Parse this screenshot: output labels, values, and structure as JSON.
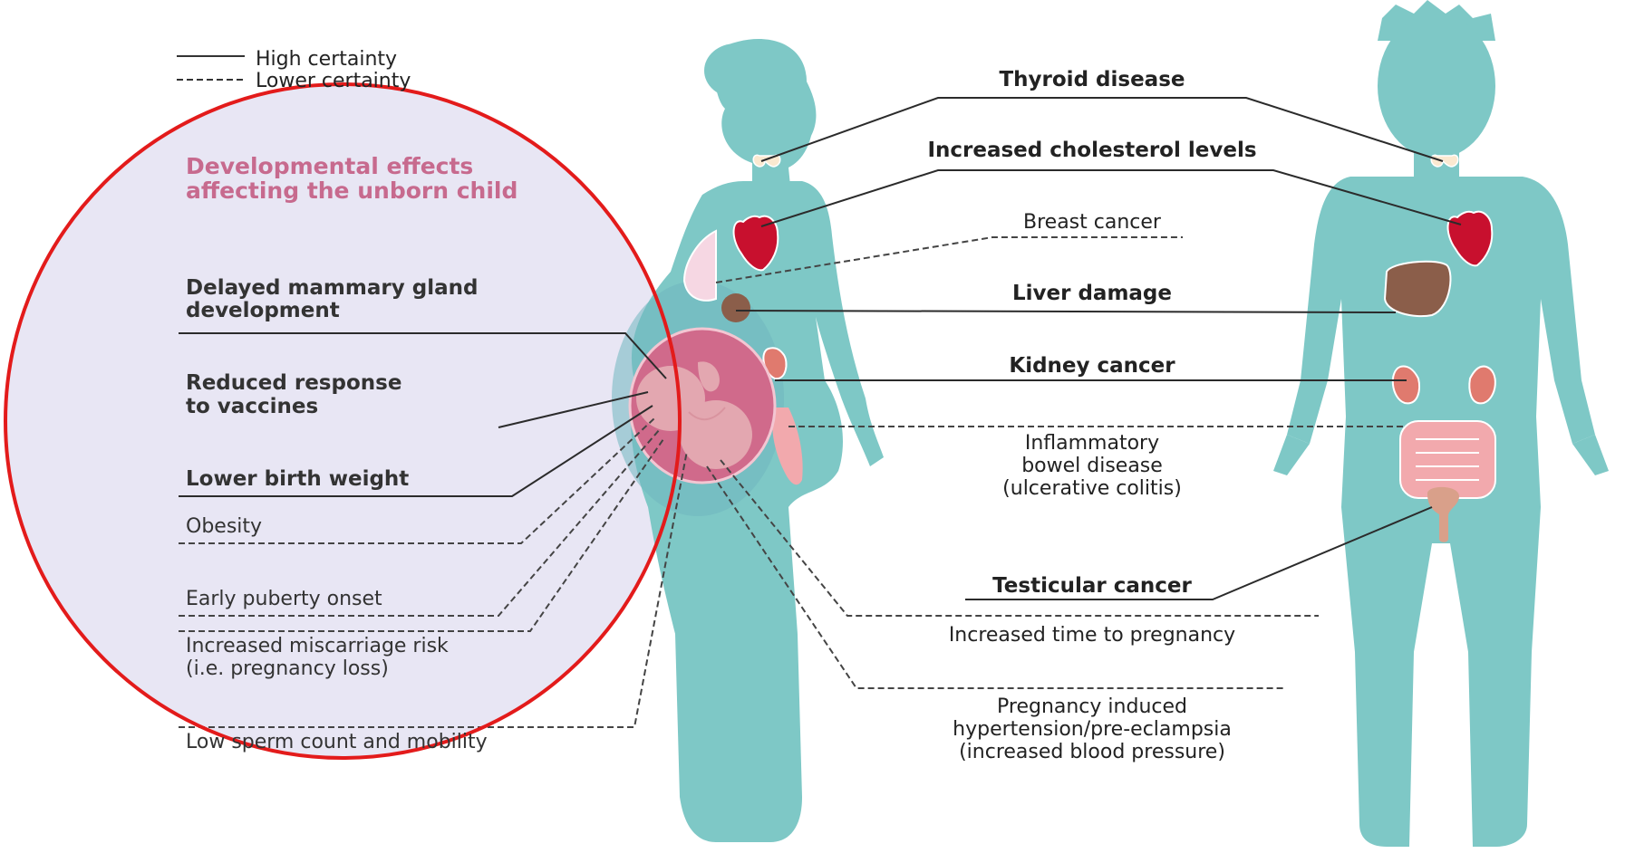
{
  "legend": {
    "high": "High certainty",
    "lower": "Lower certainty"
  },
  "colors": {
    "body": "#7ec8c6",
    "heart": "#c8102e",
    "liver": "#8b5e4a",
    "kidney": "#e07a6e",
    "intestine": "#f2a9ad",
    "highlight_circle": "#e31b1b",
    "circle_fill": "#e8e6f4",
    "developmental_title": "#c76a8e"
  },
  "developmental": {
    "title_line1": "Developmental effects",
    "title_line2": "affecting the unborn child",
    "items": {
      "mammary_1": "Delayed mammary gland",
      "mammary_2": "development",
      "vaccines_1": "Reduced response",
      "vaccines_2": "to vaccines",
      "birth_weight": "Lower birth weight",
      "obesity": "Obesity",
      "puberty": "Early puberty onset",
      "miscarriage_1": "Increased miscarriage risk",
      "miscarriage_2": "(i.e. pregnancy loss)",
      "sperm": "Low sperm count and mobility"
    }
  },
  "adult_effects": {
    "thyroid": "Thyroid disease",
    "cholesterol": "Increased cholesterol levels",
    "breast": "Breast cancer",
    "liver": "Liver damage",
    "kidney": "Kidney cancer",
    "ibd_1": "Inflammatory",
    "ibd_2": "bowel disease",
    "ibd_3": "(ulcerative colitis)",
    "testicular": "Testicular cancer",
    "pregnancy_time": "Increased time to pregnancy",
    "preeclampsia_1": "Pregnancy induced",
    "preeclampsia_2": "hypertension/pre-eclampsia",
    "preeclampsia_3": "(increased blood pressure)"
  }
}
